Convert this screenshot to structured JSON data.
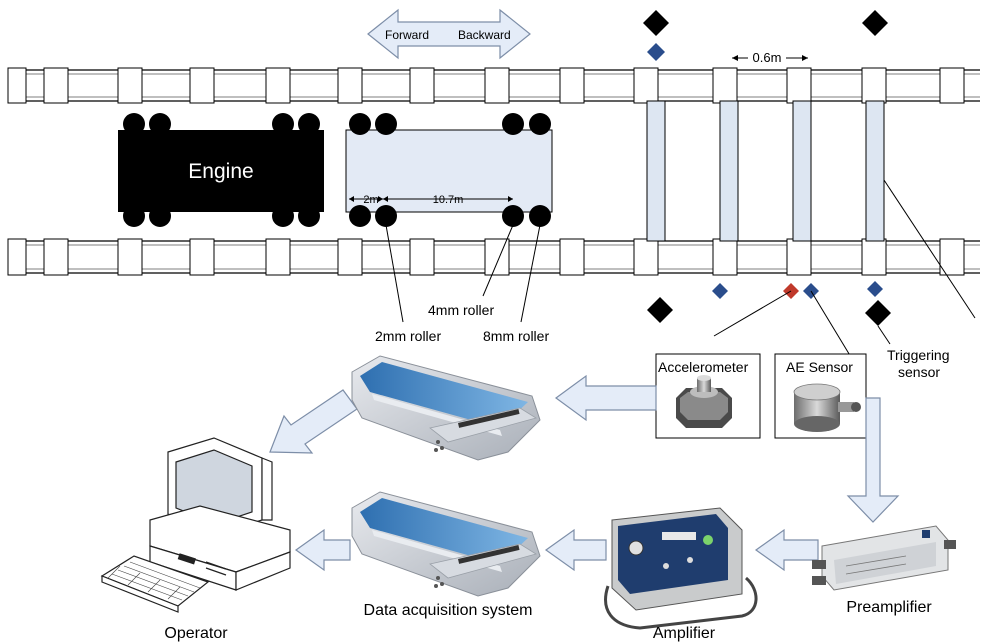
{
  "labels": {
    "forward": "Forward",
    "backward": "Backward",
    "spacing": "0.6m",
    "engine": "Engine",
    "dist_2m": "2m",
    "dist_10_7m": "10.7m",
    "roller_4mm": "4mm roller",
    "roller_2mm": "2mm roller",
    "roller_8mm": "8mm roller",
    "accelerometer": "Accelerometer",
    "ae_sensor": "AE Sensor",
    "triggering_1": "Triggering",
    "triggering_2": "sensor",
    "data_acquisition": "Data acquisition system",
    "operator": "Operator",
    "amplifier": "Amplifier",
    "preamplifier": "Preamplifier"
  },
  "colors": {
    "sleeper_fill": "#dde6f2",
    "wagon_fill": "#e3eaf5",
    "arrow_fill": "#e4ecf8",
    "arrow_stroke": "#7d8ea8",
    "diamond_dark": "#000000",
    "diamond_blue": "#2a4d8c",
    "diamond_red": "#c0392b",
    "daq_blue": "#3d86c6",
    "daq_grey": "#c9cdd3"
  }
}
